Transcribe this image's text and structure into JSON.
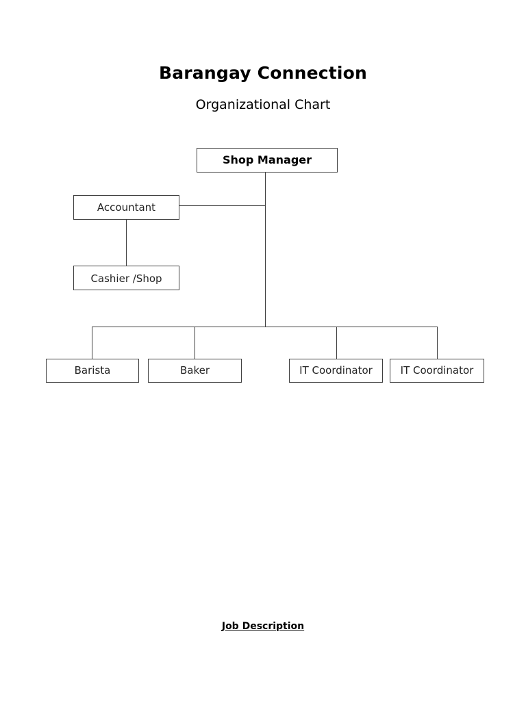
{
  "document": {
    "title": "Barangay Connection",
    "subtitle": "Organizational Chart",
    "footer_heading": "Job Description",
    "page_background": "#ffffff",
    "line_color": "#3f3f3f",
    "text_color": "#000000"
  },
  "chart_data": {
    "type": "diagram",
    "diagram_type": "organizational-chart",
    "title": "Barangay Connection",
    "subtitle": "Organizational Chart",
    "orientation": "top-down",
    "nodes": [
      {
        "id": "shop-manager",
        "label": "Shop Manager",
        "level": 0,
        "bold": true
      },
      {
        "id": "accountant",
        "label": "Accountant",
        "level": 1,
        "bold": false
      },
      {
        "id": "cashier",
        "label": "Cashier /Shop",
        "level": 2,
        "bold": false,
        "text_clipped": true
      },
      {
        "id": "barista",
        "label": "Barista",
        "level": 1,
        "bold": false
      },
      {
        "id": "baker",
        "label": "Baker",
        "level": 1,
        "bold": false
      },
      {
        "id": "it-coordinator-1",
        "label": "IT Coordinator",
        "level": 1,
        "bold": false
      },
      {
        "id": "it-coordinator-2",
        "label": "IT Coordinator",
        "level": 1,
        "bold": false
      }
    ],
    "edges": [
      {
        "from": "shop-manager",
        "to": "accountant"
      },
      {
        "from": "accountant",
        "to": "cashier"
      },
      {
        "from": "shop-manager",
        "to": "barista"
      },
      {
        "from": "shop-manager",
        "to": "baker"
      },
      {
        "from": "shop-manager",
        "to": "it-coordinator-1"
      },
      {
        "from": "shop-manager",
        "to": "it-coordinator-2"
      }
    ]
  }
}
